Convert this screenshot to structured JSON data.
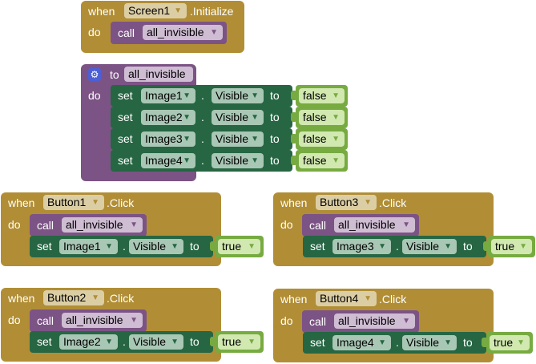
{
  "keywords": {
    "when": "when",
    "do": "do",
    "call": "call",
    "set": "set",
    "to": "to",
    "dot": "."
  },
  "screen_init": {
    "component": "Screen1",
    "event": ".Initialize",
    "procedure": "all_invisible"
  },
  "proc_def": {
    "name": "all_invisible",
    "property": "Visible",
    "rows": [
      {
        "component": "Image1",
        "value": "false"
      },
      {
        "component": "Image2",
        "value": "false"
      },
      {
        "component": "Image3",
        "value": "false"
      },
      {
        "component": "Image4",
        "value": "false"
      }
    ]
  },
  "handlers": [
    {
      "component": "Button1",
      "event": ".Click",
      "procedure": "all_invisible",
      "target": "Image1",
      "property": "Visible",
      "value": "true"
    },
    {
      "component": "Button2",
      "event": ".Click",
      "procedure": "all_invisible",
      "target": "Image2",
      "property": "Visible",
      "value": "true"
    },
    {
      "component": "Button3",
      "event": ".Click",
      "procedure": "all_invisible",
      "target": "Image3",
      "property": "Visible",
      "value": "true"
    },
    {
      "component": "Button4",
      "event": ".Click",
      "procedure": "all_invisible",
      "target": "Image4",
      "property": "Visible",
      "value": "true"
    }
  ],
  "icons": {
    "mutator": "gear-icon"
  },
  "colors": {
    "event": "#b18e35",
    "procedure": "#7c5385",
    "setter": "#266643",
    "logic": "#77ab41"
  }
}
